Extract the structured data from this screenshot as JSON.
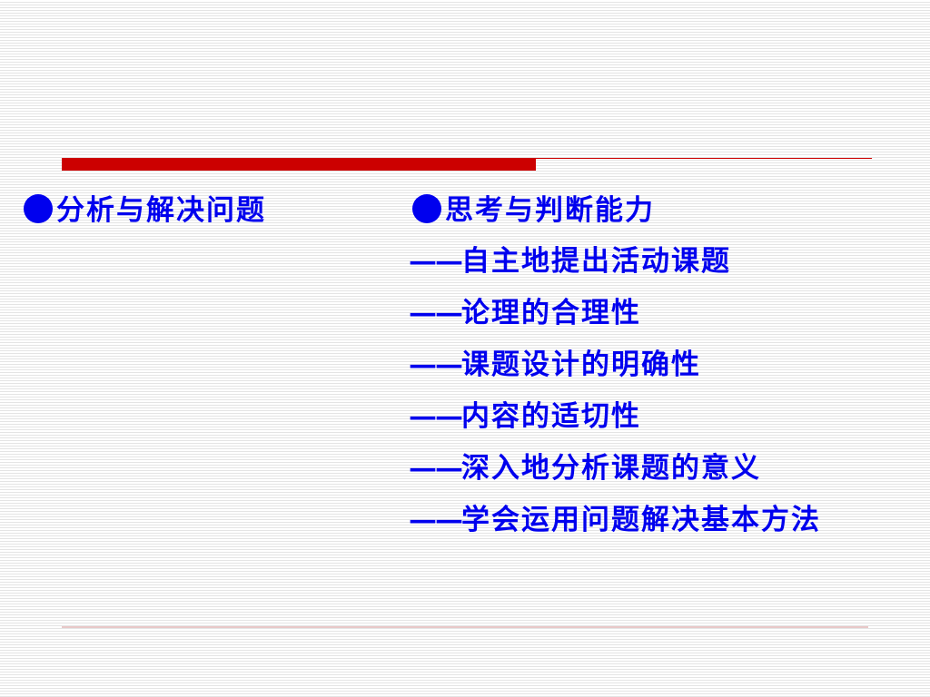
{
  "colors": {
    "text": "#0000ee",
    "accent_red": "#cc0000",
    "rule_light": "#e8c8c8"
  },
  "left_heading": {
    "bullet": "●",
    "text": "分析与解决问题"
  },
  "right_heading": {
    "bullet": "●",
    "text": "思考与判断能力"
  },
  "sub_items": [
    {
      "dash": "——",
      "text": "自主地提出活动课题"
    },
    {
      "dash": "——",
      "text": "论理的合理性"
    },
    {
      "dash": "——",
      "text": "课题设计的明确性"
    },
    {
      "dash": "——",
      "text": "内容的适切性"
    },
    {
      "dash": "——",
      "text": "深入地分析课题的意义"
    },
    {
      "dash": "——",
      "text": "学会运用问题解决基本方法"
    }
  ]
}
